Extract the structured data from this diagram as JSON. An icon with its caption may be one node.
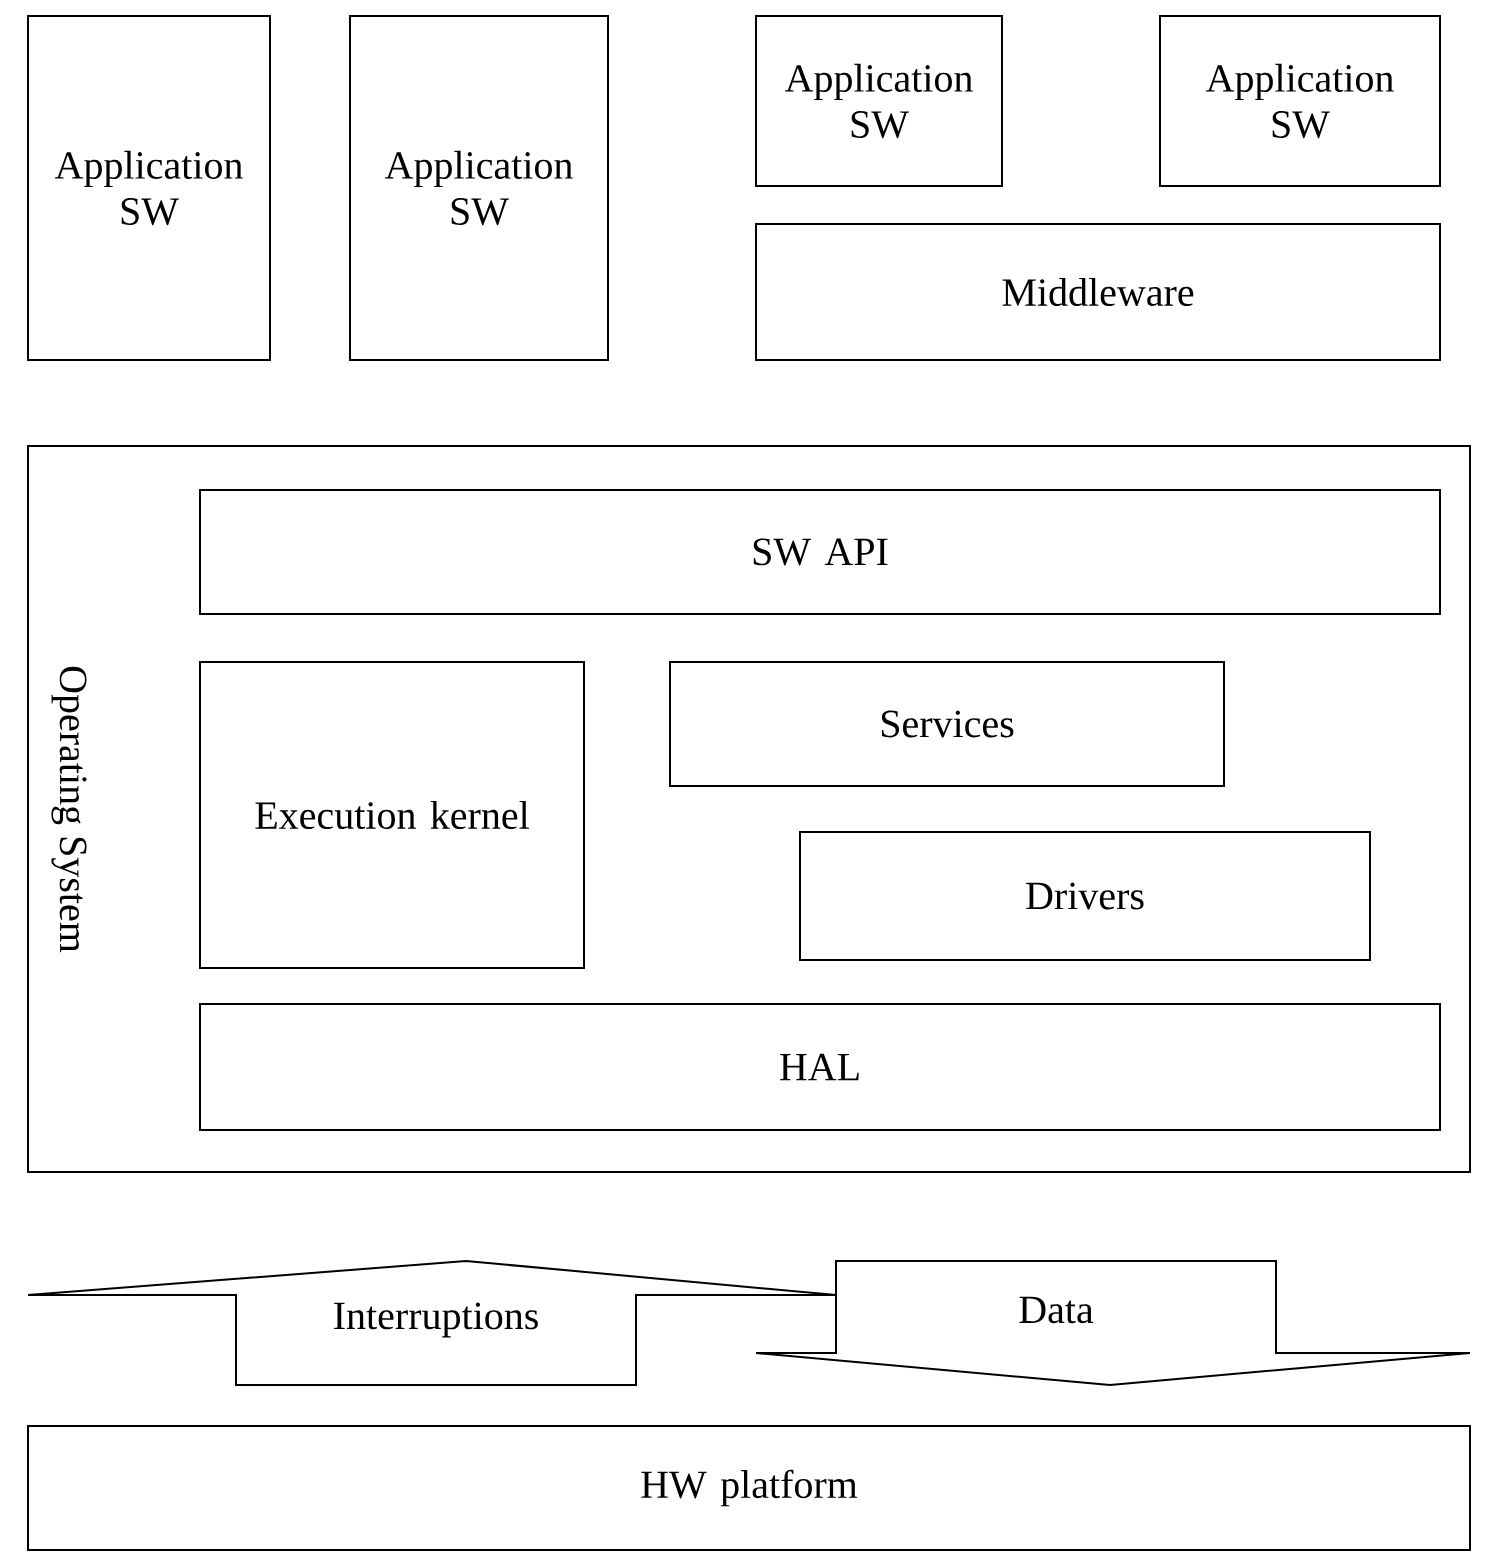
{
  "diagram": {
    "nodes": [
      {
        "text": [
          "Application SW"
        ]
      },
      {
        "text": [
          "Application SW"
        ]
      },
      {
        "text": [
          "Application SW"
        ]
      },
      {
        "text": [
          "Application SW"
        ]
      },
      {
        "text": [
          "Middleware"
        ]
      },
      {
        "text": [
          "Operating System"
        ]
      },
      {
        "text": [
          "SW API"
        ],
        "in": 5
      },
      {
        "text": [
          "Execution kernel"
        ],
        "in": 5
      },
      {
        "text": [
          "Services"
        ],
        "in": 5
      },
      {
        "text": [
          "Drivers"
        ],
        "in": 5
      },
      {
        "text": [
          "HAL"
        ],
        "in": 5
      },
      {
        "text": [
          "HW platform"
        ]
      }
    ],
    "edges": [
      {
        "from": 11,
        "to": 5,
        "arrow": "to",
        "label": "Interruptions"
      },
      {
        "from": 5,
        "to": 11,
        "arrow": "to",
        "label": "Data"
      }
    ]
  }
}
